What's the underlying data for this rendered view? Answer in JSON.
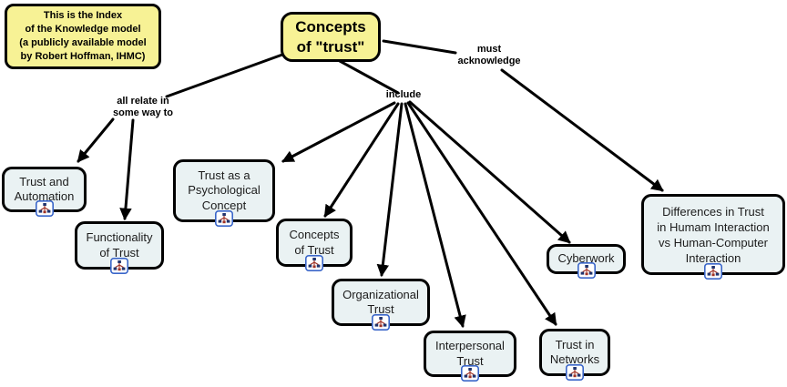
{
  "title": "Concept map: Concepts of trust (Knowledge model index)",
  "colors": {
    "background": "#FFFFFF",
    "concept_fill": "#EAF2F3",
    "highlight_fill": "#F7F295",
    "border": "#000000",
    "line": "#000000",
    "icon_border": "#3A66C9"
  },
  "note": {
    "text": "This is the Index\nof the Knowledge model\n(a publicly available model\nby Robert Hoffman, IHMC)"
  },
  "root": {
    "label": "Concepts\nof \"trust\""
  },
  "links": [
    {
      "label": "all relate in\nsome way to"
    },
    {
      "label": "include"
    },
    {
      "label": "must\nacknowledge"
    }
  ],
  "nodes": [
    {
      "label": "Trust and\nAutomation",
      "icon": "concept-map-resource-icon"
    },
    {
      "label": "Functionality\nof Trust",
      "icon": "concept-map-resource-icon"
    },
    {
      "label": "Trust as a\nPsychological\nConcept",
      "icon": "concept-map-resource-icon"
    },
    {
      "label": "Concepts\nof Trust",
      "icon": "concept-map-resource-icon"
    },
    {
      "label": "Organizational\nTrust",
      "icon": "concept-map-resource-icon"
    },
    {
      "label": "Interpersonal\nTrust",
      "icon": "concept-map-resource-icon"
    },
    {
      "label": "Trust in\nNetworks",
      "icon": "concept-map-resource-icon"
    },
    {
      "label": "Cyberwork",
      "icon": "concept-map-resource-icon"
    },
    {
      "label": "Differences in Trust\nin Humam Interaction\nvs Human-Computer\nInteraction",
      "icon": "concept-map-resource-icon"
    }
  ]
}
